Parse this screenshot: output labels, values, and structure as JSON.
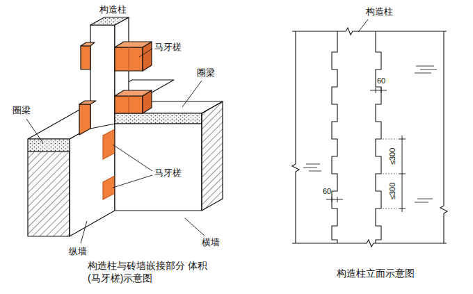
{
  "diagram": {
    "labels": [
      "构造柱",
      "马牙槎",
      "圈梁",
      "圈梁",
      "马牙槎",
      "纵墙",
      "横墙",
      "构造柱与砖墙嵌接部分 体积(马牙槎)示意图",
      "构造柱",
      "60",
      "≤300",
      "≤300",
      "60",
      "构造柱立面示意图"
    ]
  }
}
